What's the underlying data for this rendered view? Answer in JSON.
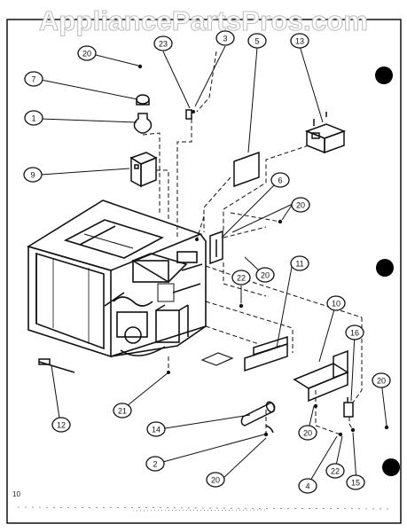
{
  "watermark": "AppliancePartsPros.com",
  "page_number": "10",
  "callouts": [
    {
      "id": "c20a",
      "label": "20"
    },
    {
      "id": "c23",
      "label": "23"
    },
    {
      "id": "c3",
      "label": "3"
    },
    {
      "id": "c5",
      "label": "5"
    },
    {
      "id": "c13",
      "label": "13"
    },
    {
      "id": "c7",
      "label": "7"
    },
    {
      "id": "c1",
      "label": "1"
    },
    {
      "id": "c9",
      "label": "9"
    },
    {
      "id": "c6",
      "label": "6"
    },
    {
      "id": "c20b",
      "label": "20"
    },
    {
      "id": "c20c",
      "label": "20"
    },
    {
      "id": "c22a",
      "label": "22"
    },
    {
      "id": "c11",
      "label": "11"
    },
    {
      "id": "c10",
      "label": "10"
    },
    {
      "id": "c16",
      "label": "16"
    },
    {
      "id": "c12",
      "label": "12"
    },
    {
      "id": "c21",
      "label": "21"
    },
    {
      "id": "c14",
      "label": "14"
    },
    {
      "id": "c20d",
      "label": "20"
    },
    {
      "id": "c2",
      "label": "2"
    },
    {
      "id": "c20e",
      "label": "20"
    },
    {
      "id": "c20f",
      "label": "20"
    },
    {
      "id": "c4",
      "label": "4"
    },
    {
      "id": "c22b",
      "label": "22"
    },
    {
      "id": "c15",
      "label": "15"
    }
  ]
}
